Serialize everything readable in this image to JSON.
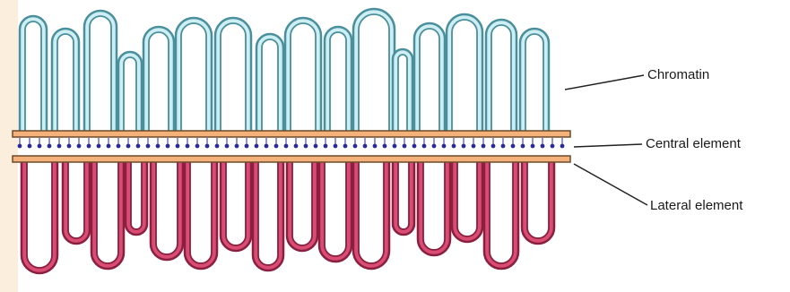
{
  "diagram": {
    "labels": {
      "chromatin": "Chromatin",
      "central_element": "Central element",
      "lateral_element": "Lateral element"
    },
    "colors": {
      "background_left_strip": "#fbeedd",
      "chromatin_top_fill": "#cdeef2",
      "chromatin_top_stroke": "#4a8f9c",
      "chromatin_bottom_fill": "#d94d75",
      "chromatin_bottom_stroke": "#8a1f3f",
      "lateral_element_fill": "#f4b27a",
      "lateral_element_stroke": "#6b4a2a",
      "central_element_dots": "#2a2a9a",
      "leader_line": "#222222"
    }
  }
}
